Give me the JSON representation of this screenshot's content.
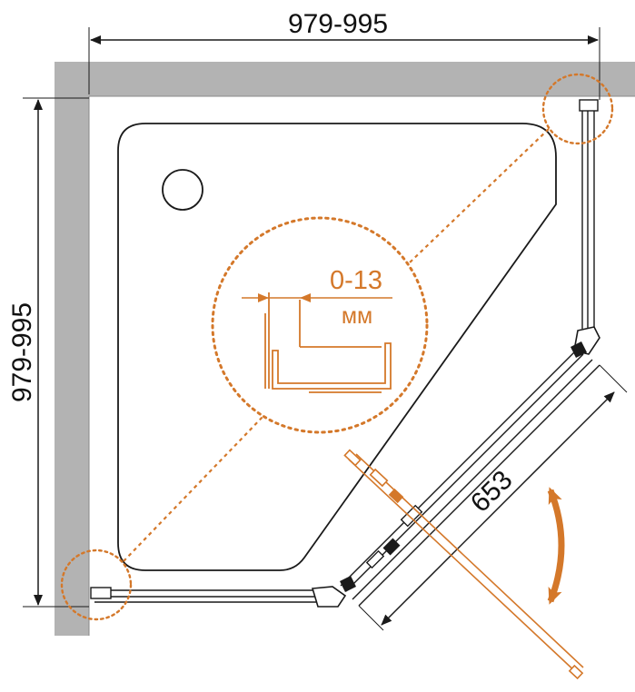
{
  "drawing": {
    "top_dimension": "979-995",
    "left_dimension": "979-995",
    "door_dimension": "653",
    "gap_value": "0-13",
    "gap_unit": "мм"
  },
  "colors": {
    "wall": "#b3b3b3",
    "line": "#1a1a1a",
    "accent": "#d4782a"
  },
  "icons": {
    "rotation": "swing-arrow-icon"
  }
}
